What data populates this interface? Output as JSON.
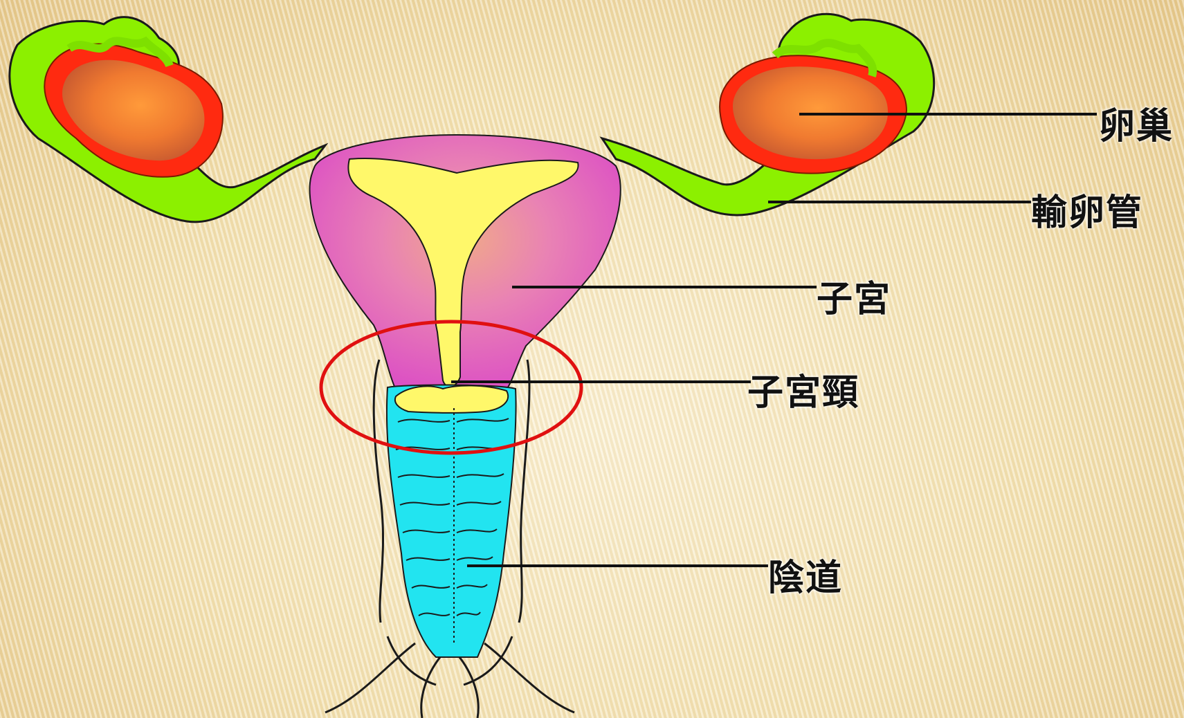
{
  "labels": {
    "ovary": "卵巢",
    "fallopian_tube": "輸卵管",
    "uterus": "子宮",
    "cervix": "子宮頸",
    "vagina": "陰道"
  },
  "colors": {
    "tube_green": "#8cf000",
    "ovary_red": "#ff2a10",
    "ovary_orange": "#f58a30",
    "uterus_pink": "#e05ec8",
    "cavity_yellow": "#fff86a",
    "vagina_cyan": "#22e4f0",
    "highlight_red": "#e01010"
  }
}
